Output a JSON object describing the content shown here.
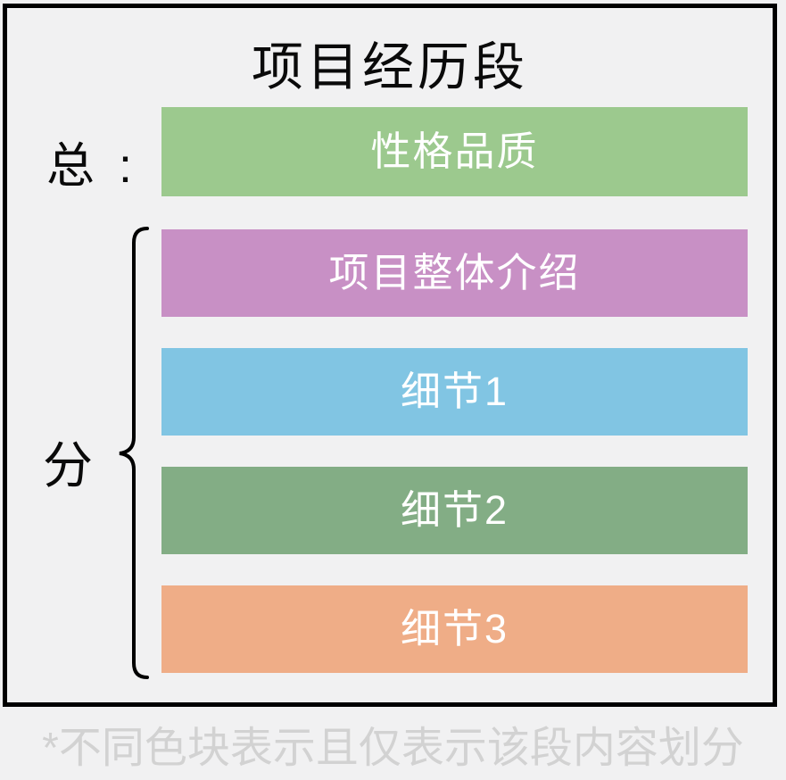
{
  "title": "项目经历段",
  "labels": {
    "general": "总 :",
    "detail": "分"
  },
  "bars": [
    {
      "label": "性格品质",
      "color": "#9cc98e",
      "group": "general"
    },
    {
      "label": "项目整体介绍",
      "color": "#c890c5",
      "group": "detail"
    },
    {
      "label": "细节1",
      "color": "#81c5e3",
      "group": "detail"
    },
    {
      "label": "细节2",
      "color": "#83ad85",
      "group": "detail"
    },
    {
      "label": "细节3",
      "color": "#efad87",
      "group": "detail"
    }
  ],
  "footnote": "*不同色块表示且仅表示该段内容划分",
  "colors": {
    "background": "#f1f1f2",
    "frame_border": "#000000",
    "title_text": "#0a0a0a",
    "bar_text": "#ffffff",
    "footnote_text": "#d2d2d2"
  }
}
